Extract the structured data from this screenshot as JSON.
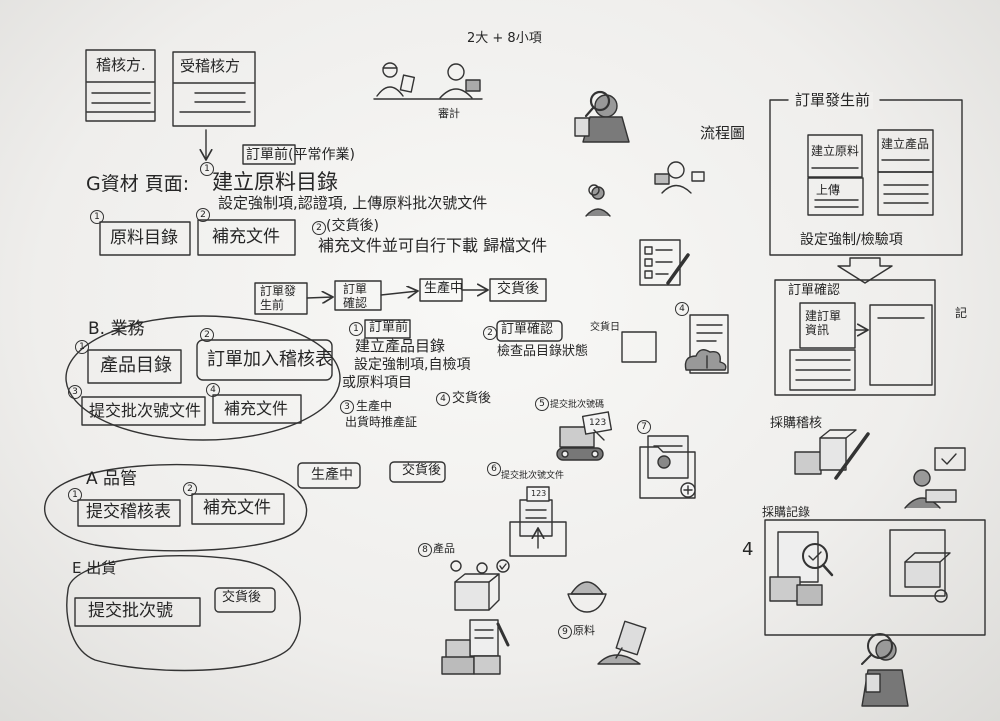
{
  "page": {
    "title": "2大 + 8小項"
  },
  "roles": {
    "auditor": "稽核方.",
    "auditee": "受稽核方"
  },
  "g_section": {
    "note_marker": "1",
    "note": "訂單前(平常作業)",
    "title": "G資材 頁面:",
    "heading": "建立原料目錄",
    "detail": "設定強制項,認證項, 上傳原料批次號文件",
    "buttons": [
      {
        "marker": "1",
        "label": "原料目錄"
      },
      {
        "marker": "2",
        "label": "補充文件"
      }
    ],
    "after_marker": "2",
    "after_title": "(交貨後)",
    "after_detail": "補充文件並可自行下載 歸檔文件"
  },
  "flow": {
    "steps": [
      "訂單發生前",
      "訂單確認",
      "生產中",
      "交貨後"
    ]
  },
  "b_section": {
    "title": "B. 業務",
    "buttons": [
      {
        "marker": "1",
        "label": "產品目錄"
      },
      {
        "marker": "2",
        "label": "訂單加入稽核表"
      },
      {
        "marker": "3",
        "label": "提交批次號文件"
      },
      {
        "marker": "4",
        "label": "補充文件"
      }
    ],
    "notes": {
      "pre": {
        "marker": "1",
        "title": "訂單前",
        "lines": [
          "建立產品目錄",
          "設定強制項,自檢項",
          "或原料項目"
        ]
      },
      "confirm": {
        "marker": "2",
        "title": "訂單確認",
        "line": "檢查品目錄狀態"
      },
      "production": {
        "marker": "3",
        "title": "生產中",
        "line": "出貨時推產証"
      },
      "after": {
        "marker": "4",
        "title": "交貨後"
      }
    }
  },
  "a_section": {
    "title": "A 品管",
    "buttons": [
      {
        "marker": "1",
        "label": "提交稽核表"
      },
      {
        "marker": "2",
        "label": "補充文件"
      }
    ],
    "production": "生產中",
    "after": "交貨後"
  },
  "e_section": {
    "title": "E 出貨",
    "button": "提交批次號",
    "after": "交貨後"
  },
  "illustrations": {
    "audit_label": "審計",
    "delivery_label": "交貨日",
    "batch_number": {
      "marker": "5",
      "label": "提交批次號碼",
      "tag": "123"
    },
    "batch_document": {
      "marker": "6",
      "label": "提交批次號文件",
      "tag": "123"
    },
    "document_marker": "4",
    "certificate_marker": "7",
    "product": {
      "marker": "8",
      "label": "產品"
    },
    "raw_material": {
      "marker": "9",
      "label": "原料"
    }
  },
  "flowchart": {
    "label": "流程圖",
    "pre_order": {
      "title": "訂單發生前",
      "boxes": [
        "建立原料",
        "建立產品",
        "上傳"
      ],
      "caption": "設定強制/檢驗項"
    },
    "order_confirm": {
      "title": "訂單確認",
      "box": "建訂單資訊"
    },
    "side_note": "記",
    "purchase_audit": "採購稽核",
    "purchase_record": "採購記錄",
    "step_number": "4"
  },
  "colors": {
    "paper": "#efeeec",
    "pencil": "#2f2f2f"
  }
}
